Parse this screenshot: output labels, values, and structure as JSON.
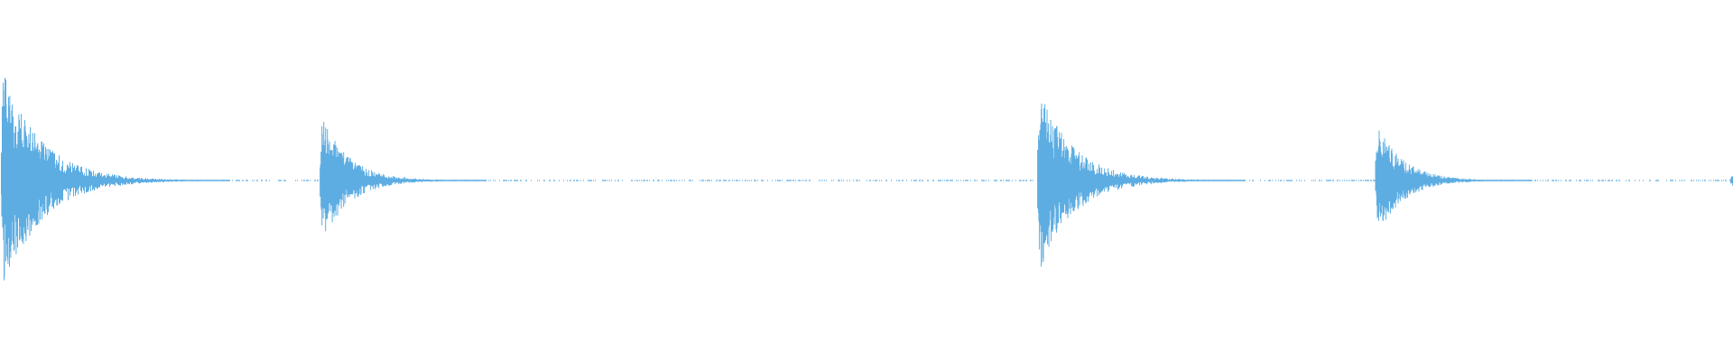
{
  "chart_data": {
    "type": "waveform",
    "title": "",
    "xlabel": "",
    "ylabel": "",
    "x_range": [
      0,
      1
    ],
    "ylim": [
      -1,
      1
    ],
    "grid": false,
    "color": "#5dade2",
    "background": "#ffffff",
    "noise_floor": 0.006,
    "bursts": [
      {
        "onset": 0.0005,
        "peak_pos": 0.63,
        "peak_neg": -0.64,
        "decay": 0.022
      },
      {
        "onset": 0.1845,
        "peak_pos": 0.37,
        "peak_neg": -0.36,
        "decay": 0.016
      },
      {
        "onset": 0.5985,
        "peak_pos": 0.52,
        "peak_neg": -0.53,
        "decay": 0.02
      },
      {
        "onset": 0.7935,
        "peak_pos": 0.33,
        "peak_neg": -0.33,
        "decay": 0.015
      },
      {
        "onset": 0.9985,
        "peak_pos": 0.05,
        "peak_neg": -0.05,
        "decay": 0.002
      }
    ]
  }
}
